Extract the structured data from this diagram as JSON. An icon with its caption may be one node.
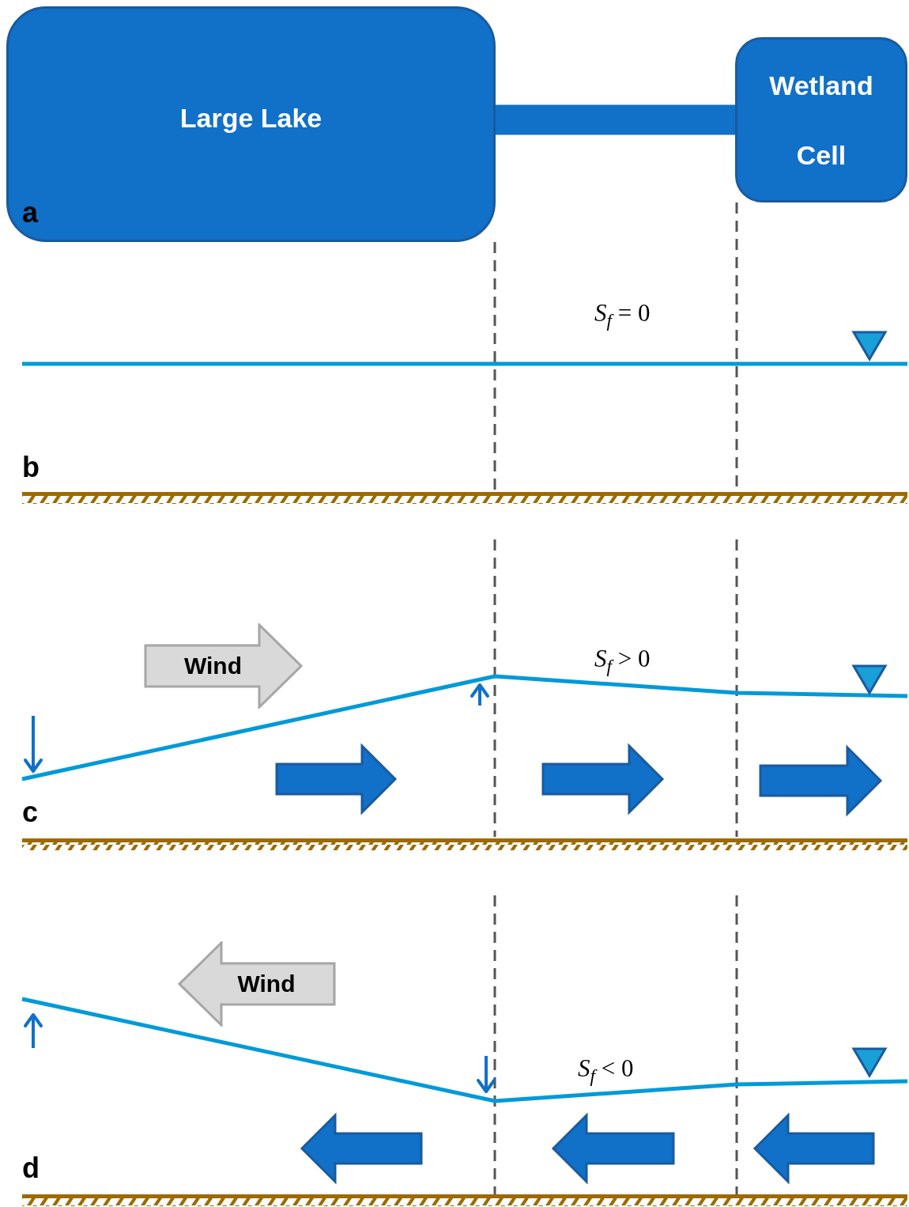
{
  "diagram": {
    "nodes": [
      {
        "text": [
          "Large Lake"
        ]
      },
      {
        "text": [
          "Wetland Cell"
        ]
      },
      {
        "text": [
          "Wind"
        ]
      },
      {
        "text": [
          "Wind"
        ]
      }
    ],
    "edges": [
      {
        "from": 0,
        "to": 1,
        "arrow": "none"
      }
    ],
    "labels": [
      "a",
      "*S*$_{f}$ = 0",
      "b",
      "*S*$_{f}$ > 0",
      "c",
      "*S*$_{f}$ < 0",
      "d"
    ]
  }
}
